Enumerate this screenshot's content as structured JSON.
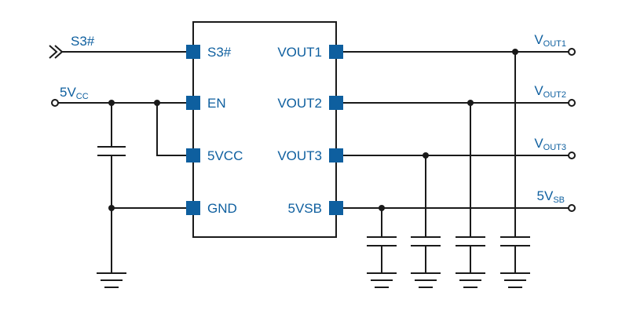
{
  "colors": {
    "accent": "#0e5f9f",
    "wire": "#1a1a1a",
    "background": "#ffffff"
  },
  "chip": {
    "left_pins": [
      "S3#",
      "EN",
      "5VCC",
      "GND"
    ],
    "right_pins": [
      "VOUT1",
      "VOUT2",
      "VOUT3",
      "5VSB"
    ]
  },
  "signals": {
    "s3": "S3#",
    "vcc": {
      "main": "5V",
      "sub": "CC"
    },
    "vout1": {
      "main": "V",
      "sub": "OUT1"
    },
    "vout2": {
      "main": "V",
      "sub": "OUT2"
    },
    "vout3": {
      "main": "V",
      "sub": "OUT3"
    },
    "vsb": {
      "main": "5V",
      "sub": "SB"
    }
  },
  "icons": [
    "double-chevron-input-icon",
    "capacitor-icon",
    "ground-icon",
    "terminal-icon",
    "junction-dot-icon"
  ]
}
